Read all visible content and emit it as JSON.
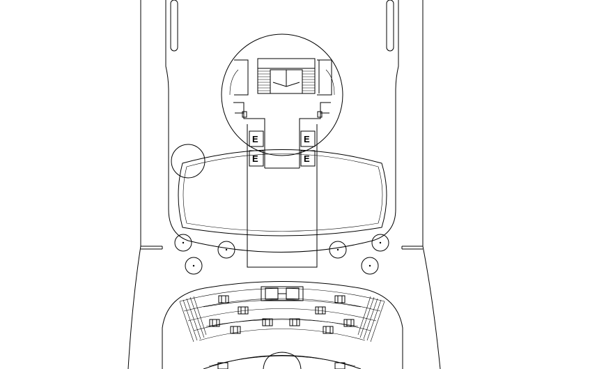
{
  "plan": {
    "elevator_label": "E",
    "elevators": [
      {
        "id": "top-left"
      },
      {
        "id": "top-right"
      },
      {
        "id": "bottom-left"
      },
      {
        "id": "bottom-right"
      }
    ],
    "colors": {
      "line": "#000000",
      "background": "#ffffff"
    }
  }
}
